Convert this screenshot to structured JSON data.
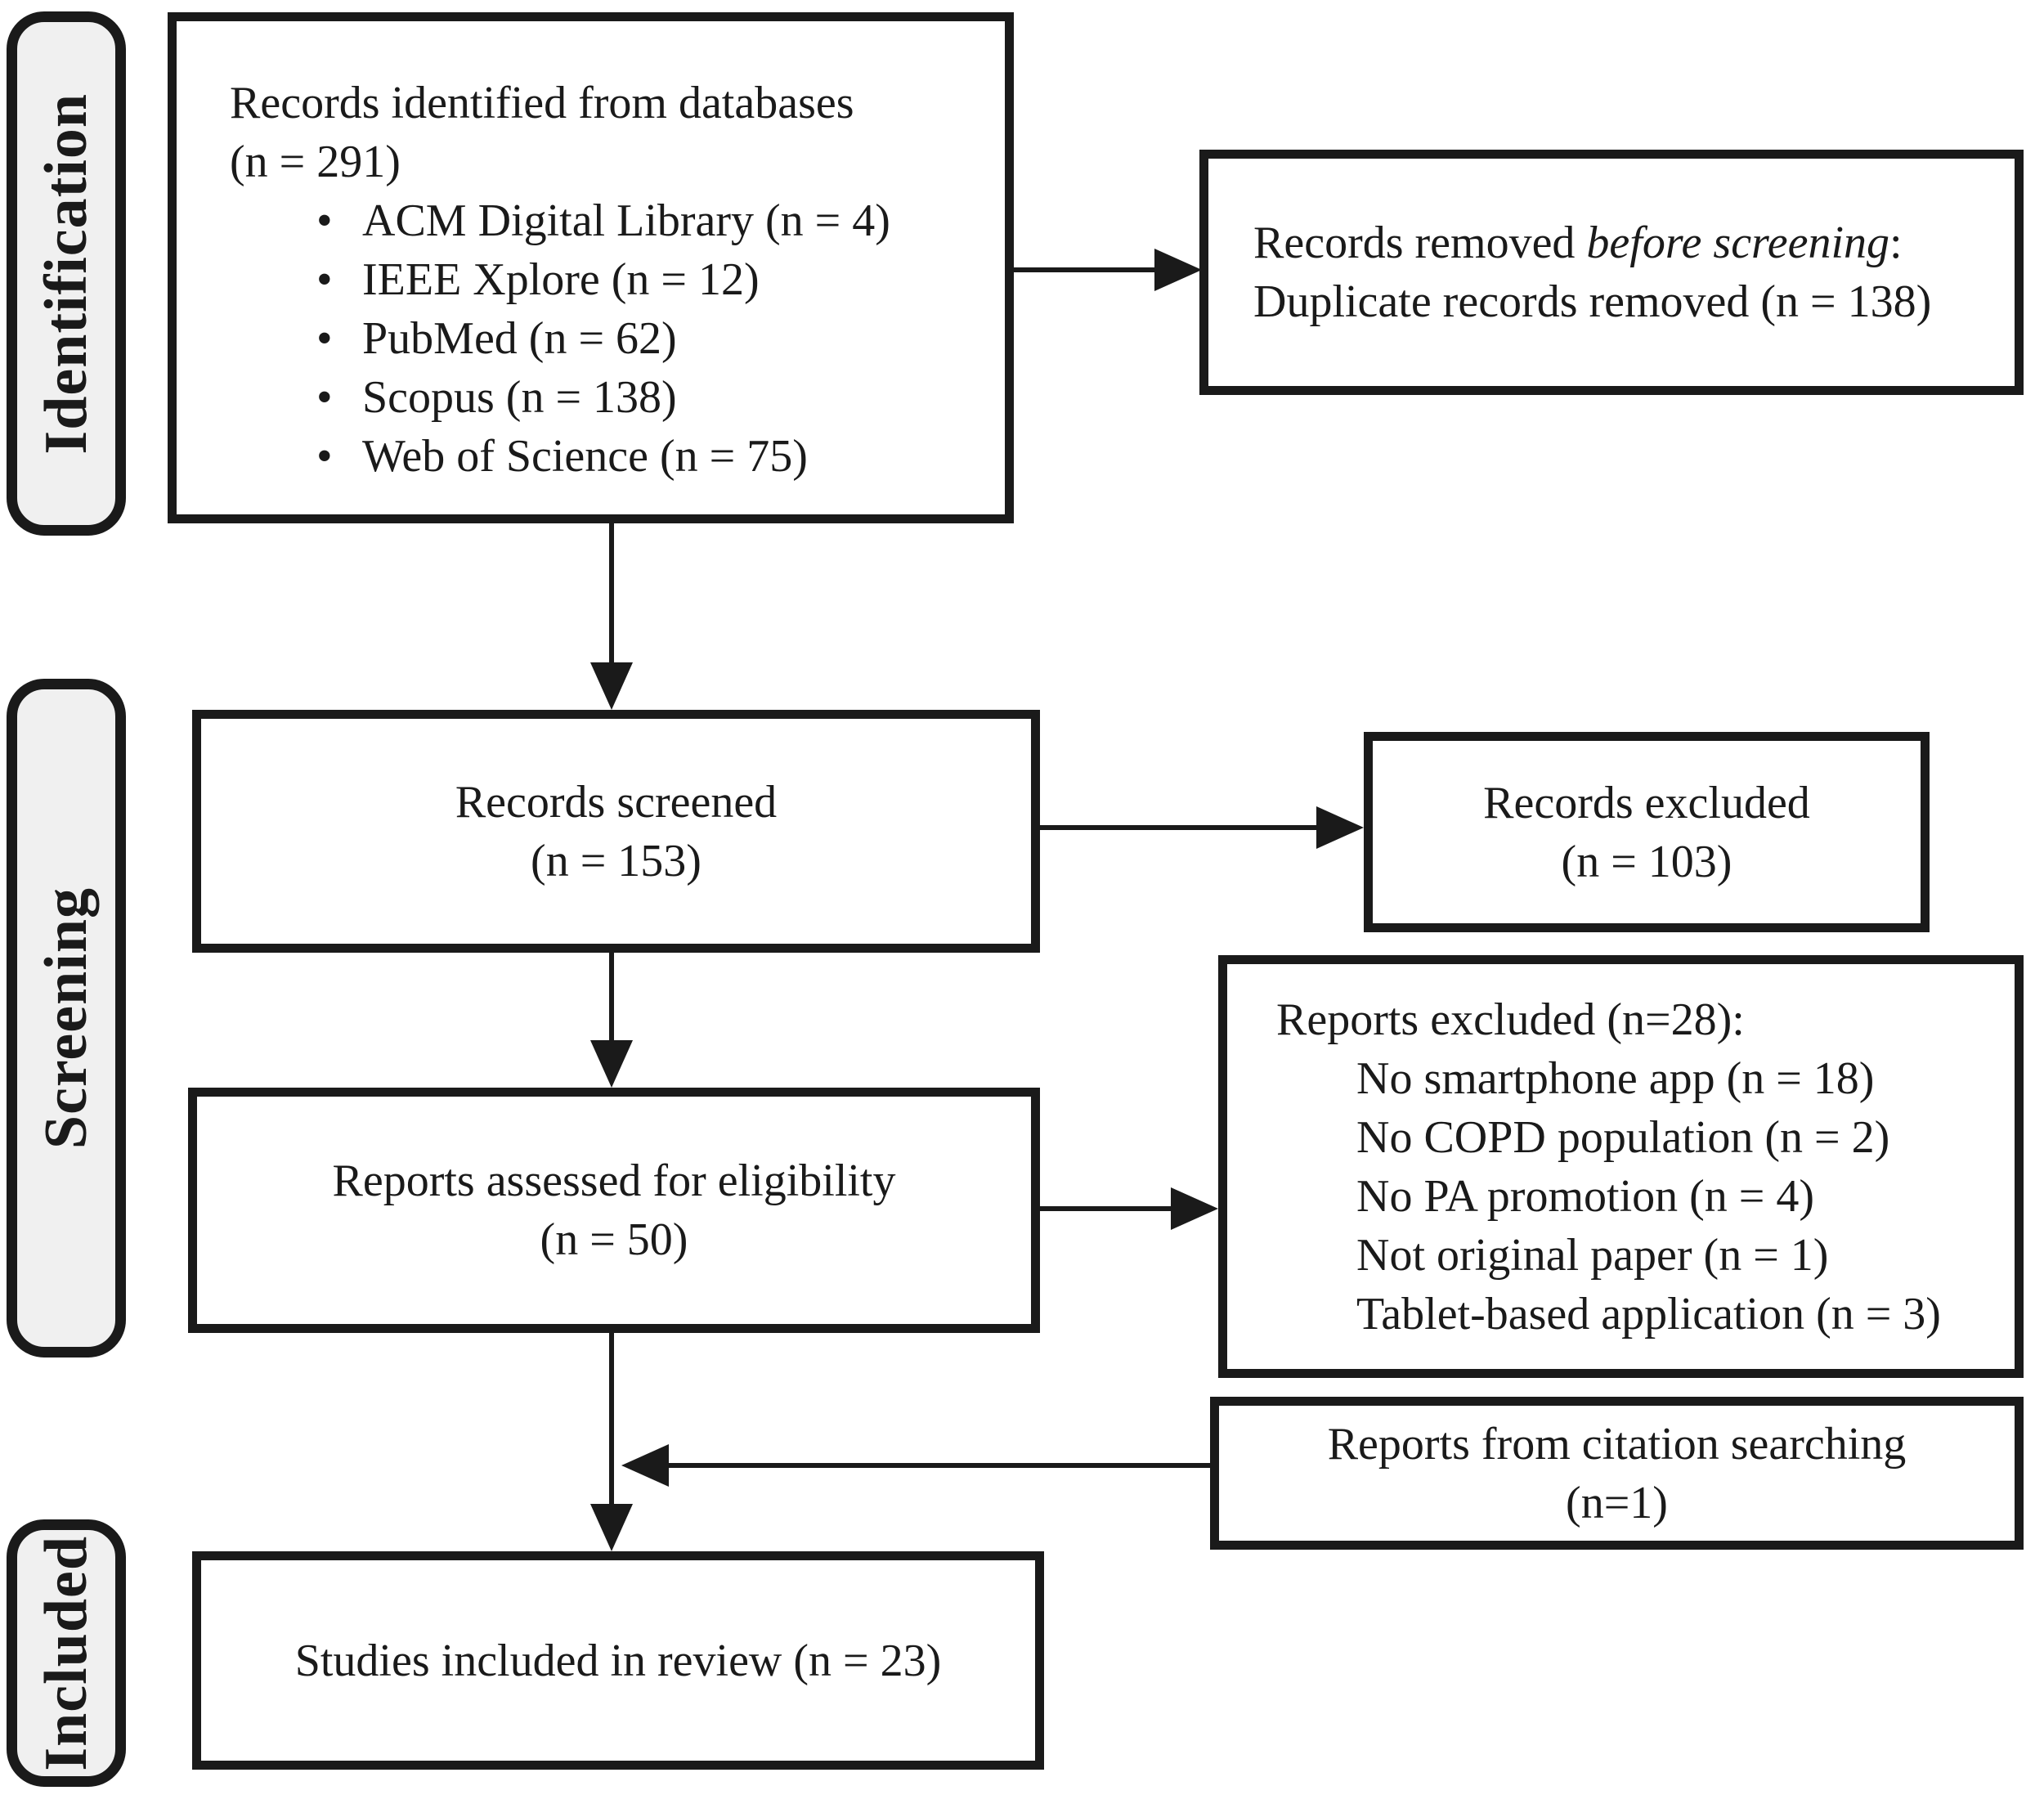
{
  "sidebar": {
    "labels": {
      "identification": "Identification",
      "screening": "Screening",
      "included": "Included"
    }
  },
  "boxes": {
    "records_identified": {
      "title": "Records identified from databases",
      "count": "(n = 291)",
      "bullets": [
        "ACM Digital Library (n = 4)",
        "IEEE Xplore (n = 12)",
        "PubMed (n = 62)",
        "Scopus (n = 138)",
        "Web of Science (n = 75)"
      ]
    },
    "records_removed": {
      "line1_prefix": "Records removed ",
      "line1_italic": "before screening",
      "line1_suffix": ":",
      "line2": "Duplicate records removed (n = 138)"
    },
    "records_screened": {
      "title": "Records screened",
      "count": "(n = 153)"
    },
    "records_excluded": {
      "title": "Records excluded",
      "count": "(n = 103)"
    },
    "reports_assessed": {
      "title": "Reports assessed for eligibility",
      "count": "(n = 50)"
    },
    "reports_excluded": {
      "title": "Reports excluded (n=28):",
      "items": [
        "No smartphone app (n = 18)",
        "No COPD population (n = 2)",
        "No PA promotion (n = 4)",
        "Not original paper (n = 1)",
        "Tablet-based application (n = 3)"
      ]
    },
    "citation_searching": {
      "title": "Reports from citation searching",
      "count": "(n=1)"
    },
    "studies_included": {
      "title": "Studies included in review (n = 23)"
    }
  },
  "colors": {
    "ink": "#1a1a1a",
    "box_fill": "#ffffff",
    "sidebar_fill": "#f0f0f0"
  }
}
